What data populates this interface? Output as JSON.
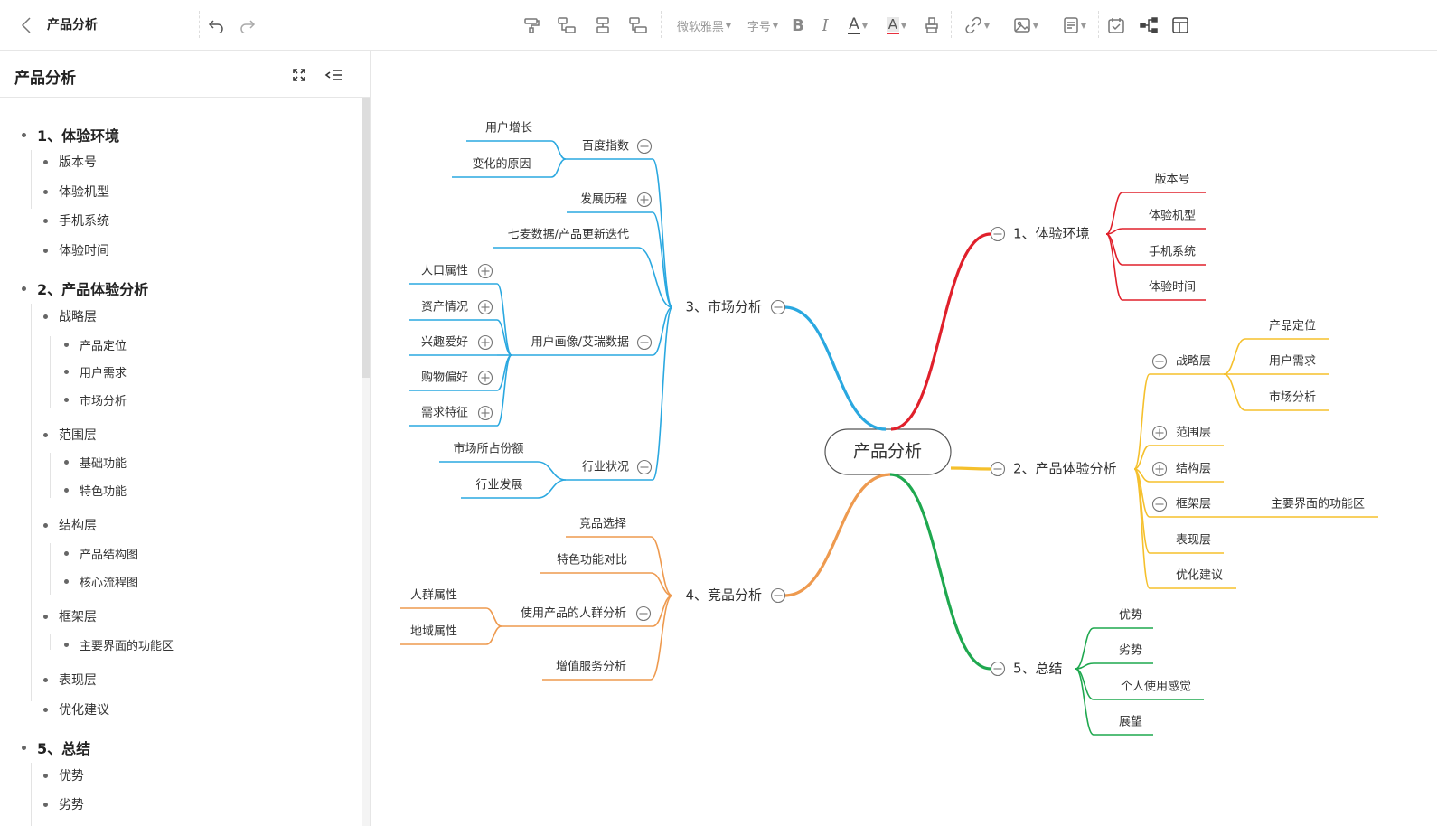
{
  "header": {
    "back_icon": "chevron-left-icon",
    "title": "产品分析",
    "undo_icon": "undo-icon",
    "redo_icon": "redo-icon",
    "font_family": "微软雅黑",
    "font_size": "字号",
    "bold": "B",
    "italic": "I",
    "font_color": "A",
    "highlight": "A",
    "accent_colors": {
      "font_color_bar": "#444444",
      "highlight_bar": "#e8303d"
    }
  },
  "sidebar": {
    "title": "产品分析",
    "expand_icon": "fullscreen-icon",
    "collapse_icon": "outline-collapse-icon",
    "items": [
      {
        "level": 1,
        "label": "1、体验环境"
      },
      {
        "level": 2,
        "label": "版本号"
      },
      {
        "level": 2,
        "label": "体验机型"
      },
      {
        "level": 2,
        "label": "手机系统"
      },
      {
        "level": 2,
        "label": "体验时间"
      },
      {
        "level": 1,
        "label": "2、产品体验分析"
      },
      {
        "level": 2,
        "label": "战略层"
      },
      {
        "level": 3,
        "label": "产品定位"
      },
      {
        "level": 3,
        "label": "用户需求"
      },
      {
        "level": 3,
        "label": "市场分析"
      },
      {
        "level": 2,
        "label": "范围层"
      },
      {
        "level": 3,
        "label": "基础功能"
      },
      {
        "level": 3,
        "label": "特色功能"
      },
      {
        "level": 2,
        "label": "结构层"
      },
      {
        "level": 3,
        "label": "产品结构图"
      },
      {
        "level": 3,
        "label": "核心流程图"
      },
      {
        "level": 2,
        "label": "框架层"
      },
      {
        "level": 3,
        "label": "主要界面的功能区"
      },
      {
        "level": 2,
        "label": "表现层"
      },
      {
        "level": 2,
        "label": "优化建议"
      },
      {
        "level": 1,
        "label": "5、总结"
      },
      {
        "level": 2,
        "label": "优势"
      },
      {
        "level": 2,
        "label": "劣势"
      }
    ]
  },
  "mindmap": {
    "root": "产品分析",
    "branch_colors": {
      "b1": "#e0202b",
      "b2": "#f5c02c",
      "b3": "#2aa8e0",
      "b4": "#ee9a4f",
      "b5": "#1fa84f"
    },
    "b1": {
      "label": "1、体验环境",
      "children": [
        "版本号",
        "体验机型",
        "手机系统",
        "体验时间"
      ]
    },
    "b2": {
      "label": "2、产品体验分析",
      "children": [
        {
          "label": "战略层",
          "children": [
            "产品定位",
            "用户需求",
            "市场分析"
          ]
        },
        {
          "label": "范围层"
        },
        {
          "label": "结构层"
        },
        {
          "label": "框架层",
          "children": [
            "主要界面的功能区"
          ]
        },
        {
          "label": "表现层"
        },
        {
          "label": "优化建议"
        }
      ]
    },
    "b3": {
      "label": "3、市场分析",
      "children": [
        {
          "label": "百度指数",
          "children": [
            "用户增长",
            "变化的原因"
          ]
        },
        {
          "label": "发展历程"
        },
        {
          "label": "七麦数据/产品更新迭代"
        },
        {
          "label": "用户画像/艾瑞数据",
          "children": [
            "人口属性",
            "资产情况",
            "兴趣爱好",
            "购物偏好",
            "需求特征"
          ]
        },
        {
          "label": "行业状况",
          "children": [
            "市场所占份额",
            "行业发展"
          ]
        }
      ]
    },
    "b4": {
      "label": "4、竞品分析",
      "children": [
        {
          "label": "竞品选择"
        },
        {
          "label": "特色功能对比"
        },
        {
          "label": "使用产品的人群分析",
          "children": [
            "人群属性",
            "地域属性"
          ]
        },
        {
          "label": "增值服务分析"
        }
      ]
    },
    "b5": {
      "label": "5、总结",
      "children": [
        "优势",
        "劣势",
        "个人使用感觉",
        "展望"
      ]
    }
  }
}
